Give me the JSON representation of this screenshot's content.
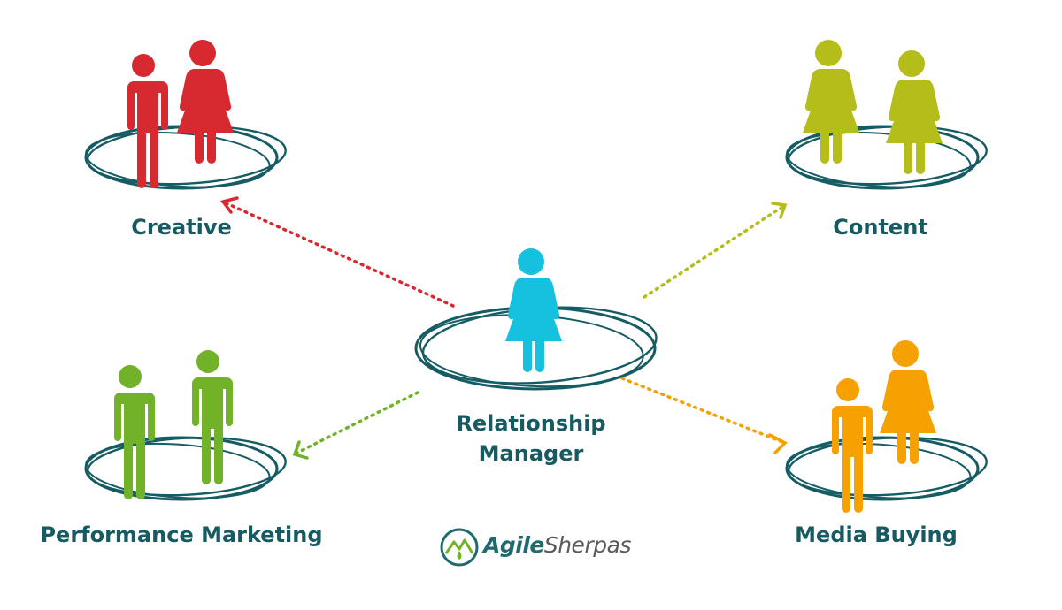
{
  "diagram": {
    "center": {
      "label_line1": "Relationship",
      "label_line2": "Manager"
    },
    "teams": [
      {
        "id": "creative",
        "label": "Creative",
        "color": "#d62a30"
      },
      {
        "id": "content",
        "label": "Content",
        "color": "#b5bd1b"
      },
      {
        "id": "performance",
        "label": "Performance Marketing",
        "color": "#72b228"
      },
      {
        "id": "media",
        "label": "Media Buying",
        "color": "#f7a100"
      }
    ],
    "center_color": "#16c1df",
    "ring_color": "#165c64",
    "label_color": "#175a62"
  },
  "logo": {
    "part1": "Agile",
    "part2": "Sherpas",
    "color": "#1f6a6e"
  }
}
